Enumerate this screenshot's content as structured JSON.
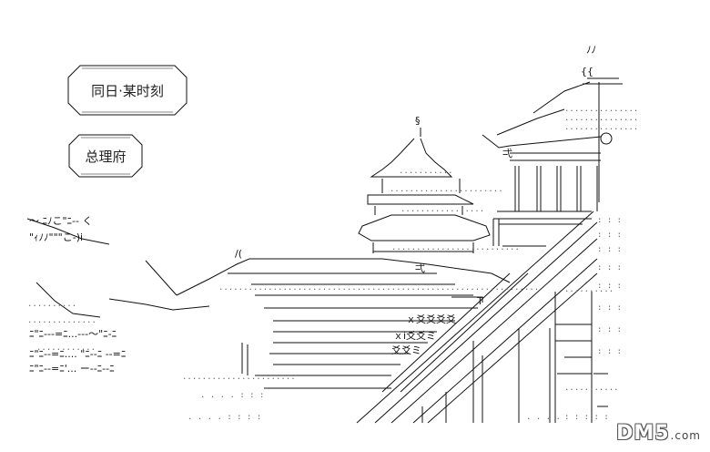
{
  "captions": {
    "time": "同日·某时刻",
    "place": "总理府"
  },
  "art": {
    "tower_mark": "§",
    "glyph_shiki_1": "弌",
    "glyph_shiki_2": "弌",
    "glyph_t": "T",
    "crowd_row_1": "ｘ爻爻爻爻",
    "crowd_row_2": "ｘi爻爻ミ",
    "crowd_row_3": "爻爻ミ",
    "wave_row_1": "～ ﾆﾉこ\"ﾆ-- く",
    "wave_row_2": "\"ｨﾉﾉ\"\"\"こ-)i",
    "wave_row_3": "ﾆ\"ﾆ---=ﾆ...---～\"ﾆ-ﾆ",
    "wave_row_4": "ﾆ\"ﾆ--=ﾆ.... \"ﾆ--ﾆ --=ﾆ",
    "wave_row_5": "ﾆ\"ﾆ--=ﾆ'... ー--ﾆ--ﾆ",
    "roof_curl": "/(",
    "pole_hook": "ﾉﾉ",
    "pole_wave": "{{"
  },
  "watermark": {
    "main": "DM5",
    "suffix": ".com"
  }
}
